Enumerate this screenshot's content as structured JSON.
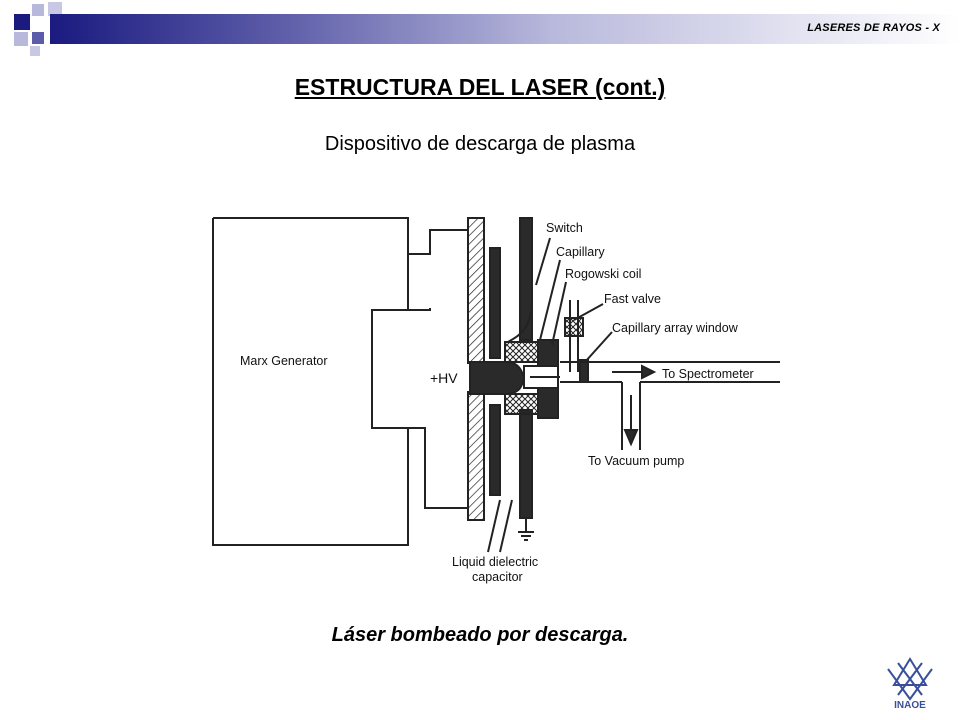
{
  "header": {
    "tag": "LASERES DE RAYOS - X"
  },
  "slide": {
    "title": "ESTRUCTURA DEL LASER (cont.)",
    "subtitle": "Dispositivo de descarga de plasma",
    "caption": "Láser bombeado por descarga."
  },
  "diagram": {
    "labels": {
      "switch": "Switch",
      "capillary": "Capillary",
      "rogowski": "Rogowski coil",
      "fast_valve": "Fast valve",
      "window": "Capillary array window",
      "spectrometer": "To Spectrometer",
      "marx": "Marx Generator",
      "hv": "+HV",
      "vacuum": "To Vacuum pump",
      "dielectric_line1": "Liquid dielectric",
      "dielectric_line2": "capacitor"
    }
  },
  "logo": {
    "text": "INAOE"
  },
  "colors": {
    "bar_dark": "#1a1a80",
    "bar_light": "#b8b8dc",
    "logo_blue": "#3a4f9a"
  }
}
